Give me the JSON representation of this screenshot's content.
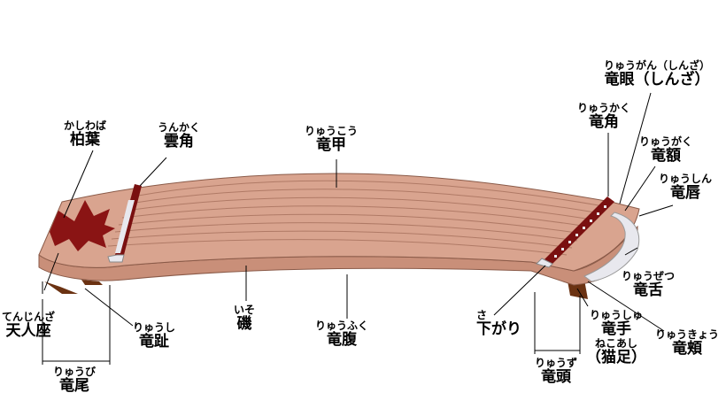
{
  "colors": {
    "body": "#d9a48f",
    "body_front": "#c98f79",
    "body_edge": "#8a5a48",
    "strings": "#b07a66",
    "dark_red": "#7a1010",
    "leaf": "#a01818",
    "feet": "#6b3212",
    "white_part": "#e8e8ee"
  },
  "labels": {
    "kashiwaba": {
      "kana": "かしわば",
      "kanji": "柏葉"
    },
    "unkaku": {
      "kana": "うんかく",
      "kanji": "雲角"
    },
    "ryuukou": {
      "kana": "りゅうこう",
      "kanji": "竜甲"
    },
    "ryuukaku": {
      "kana": "りゅうかく",
      "kanji": "竜角"
    },
    "ryuugan": {
      "kana": "りゅうがん（しんざ）",
      "kanji": "竜眼（しんざ）"
    },
    "ryuugaku": {
      "kana": "りゅうがく",
      "kanji": "竜額"
    },
    "ryuushin": {
      "kana": "りゅうしん",
      "kanji": "竜唇"
    },
    "ryuuzetsu": {
      "kana": "りゅうぜつ",
      "kanji": "竜舌"
    },
    "tenjinza": {
      "kana": "てんじんざ",
      "kanji": "天人座"
    },
    "ryuushi": {
      "kana": "りゅうし",
      "kanji": "竜趾"
    },
    "iso": {
      "kana": "いそ",
      "kanji": "磯"
    },
    "ryuufuku": {
      "kana": "りゅうふく",
      "kanji": "竜腹"
    },
    "sagari": {
      "kana": "さ",
      "kanji": "下がり"
    },
    "ryuushu": {
      "kana": "りゅうしゅ",
      "kanji": "竜手"
    },
    "nekoashi": {
      "kana": "ねこあし",
      "kanji": "（猫足）"
    },
    "ryuukyou": {
      "kana": "りゅうきょう",
      "kanji": "竜頬"
    },
    "ryuubi": {
      "kana": "りゅうび",
      "kanji": "竜尾"
    },
    "ryuuzu": {
      "kana": "りゅうず",
      "kanji": "竜頭"
    }
  }
}
